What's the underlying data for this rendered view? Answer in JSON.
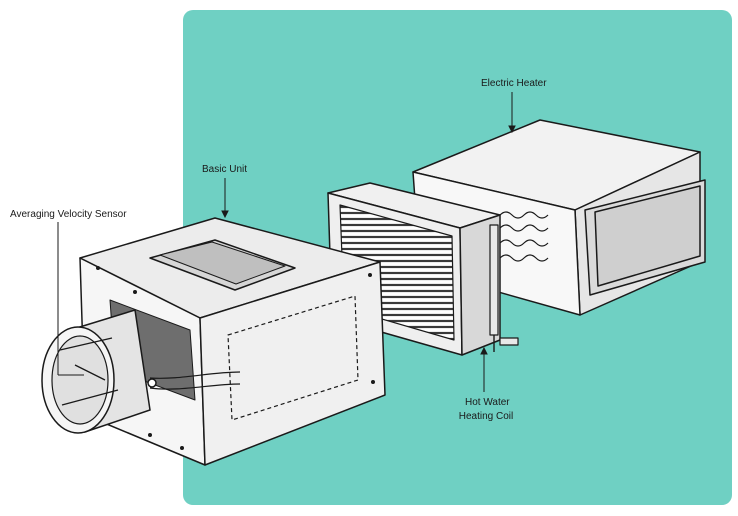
{
  "colors": {
    "panel": "#6fd0c3",
    "outline": "#1a1a1a",
    "metal_light": "#f4f4f4",
    "metal_mid": "#dcdcdc",
    "metal_dark": "#9a9a9a",
    "coil_fin": "#4a4a4a"
  },
  "labels": {
    "electric_heater": "Electric Heater",
    "basic_unit": "Basic Unit",
    "velocity_sensor": "Averaging Velocity Sensor",
    "hot_water_line1": "Hot Water",
    "hot_water_line2": "Heating Coil"
  }
}
